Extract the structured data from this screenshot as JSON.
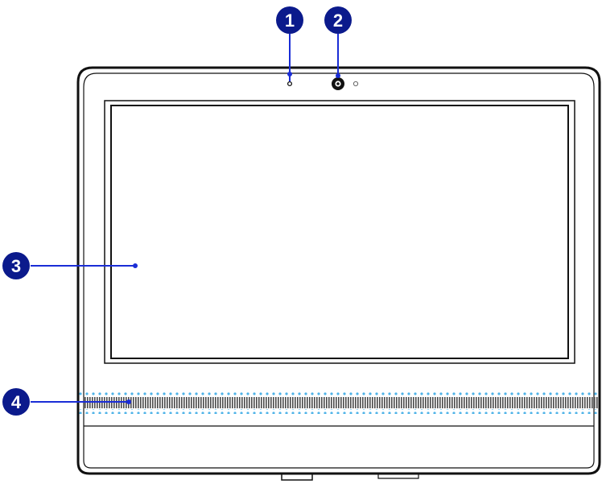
{
  "colors": {
    "callout_fill": "#0b1a8c",
    "leader_line": "#1a2dd6",
    "bezel_outline": "#111111",
    "speaker_dots": "#4fb3e8",
    "grille": "#555555"
  },
  "callouts": [
    {
      "id": "microphone",
      "number": "1"
    },
    {
      "id": "webcam",
      "number": "2"
    },
    {
      "id": "display",
      "number": "3"
    },
    {
      "id": "speaker",
      "number": "4"
    }
  ]
}
